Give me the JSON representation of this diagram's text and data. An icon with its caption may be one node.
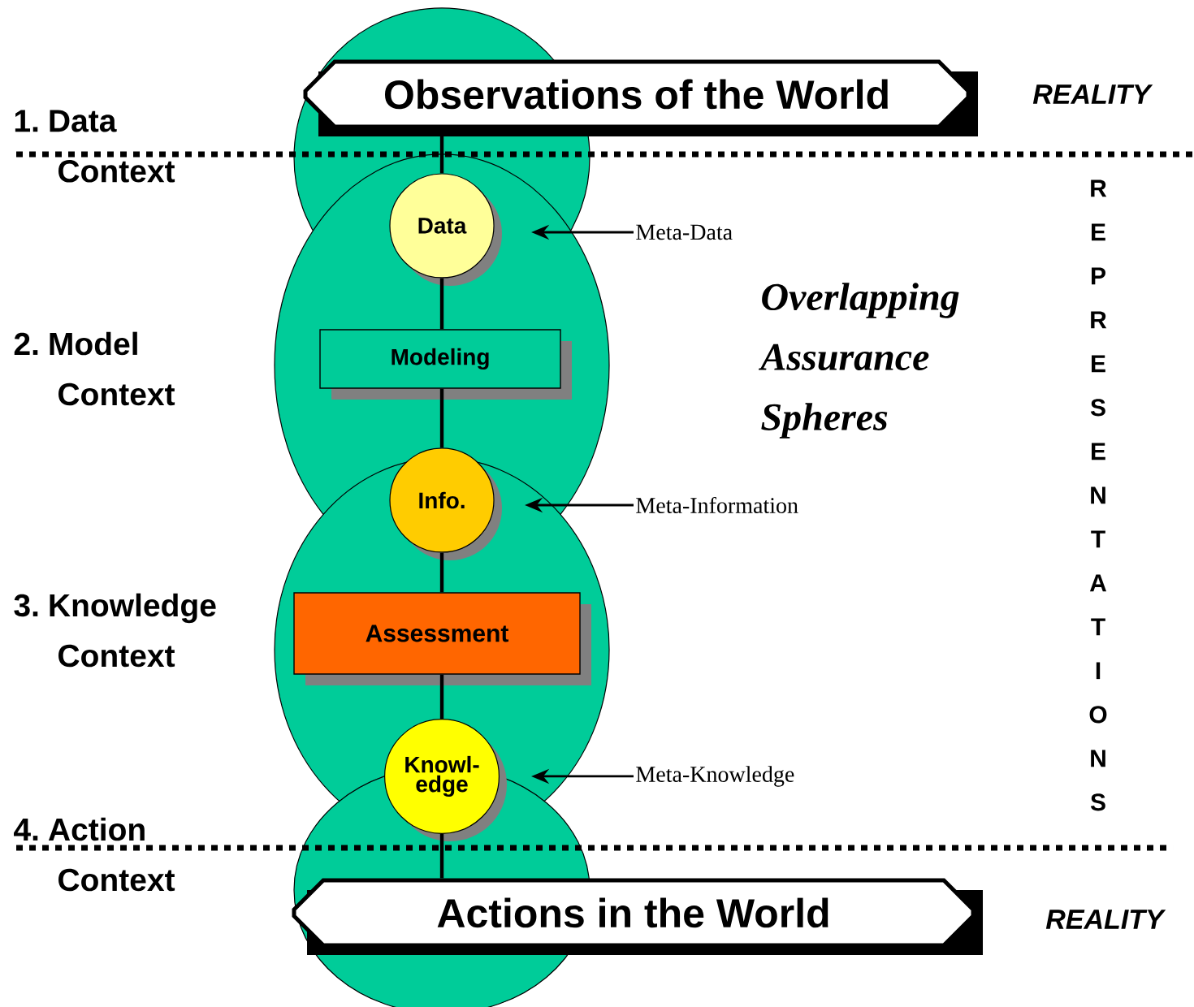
{
  "diagram": {
    "nodes": [
      {
        "text": [
          "Observations of the World"
        ]
      },
      {
        "text": [
          "Data"
        ]
      },
      {
        "text": [
          "Modeling"
        ]
      },
      {
        "text": [
          "Info."
        ]
      },
      {
        "text": [
          "Assessment"
        ]
      },
      {
        "text": [
          "Knowl- edge"
        ]
      },
      {
        "text": [
          "Actions in the World"
        ]
      },
      {
        "text": [
          "Meta-Data"
        ]
      },
      {
        "text": [
          "Meta-Information"
        ]
      },
      {
        "text": [
          "Meta-Knowledge"
        ]
      }
    ],
    "edges": [
      {
        "from": 0,
        "to": 1,
        "arrow": "none"
      },
      {
        "from": 1,
        "to": 2,
        "arrow": "none"
      },
      {
        "from": 2,
        "to": 3,
        "arrow": "none"
      },
      {
        "from": 3,
        "to": 4,
        "arrow": "none"
      },
      {
        "from": 4,
        "to": 5,
        "arrow": "none"
      },
      {
        "from": 5,
        "to": 6,
        "arrow": "none"
      },
      {
        "from": 7,
        "to": null,
        "arrow": "to"
      },
      {
        "from": 8,
        "to": null,
        "arrow": "to"
      },
      {
        "from": 9,
        "to": null,
        "arrow": "to"
      }
    ],
    "labels": [
      "REALITY",
      "1. Data Context",
      "REPRESENTATIONS",
      "Overlapping Assurance Spheres",
      "2. Model Context",
      "3. Knowledge Context",
      "4. Action Context",
      "REALITY"
    ]
  }
}
